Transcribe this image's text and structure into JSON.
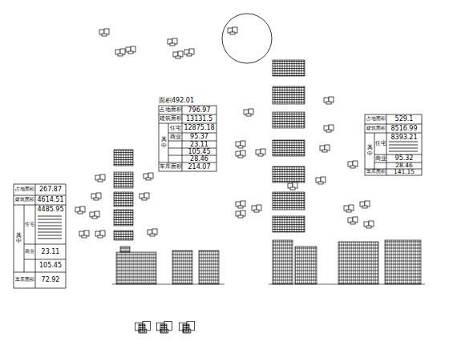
{
  "diagram": {
    "labels": [
      "面积492.01",
      "占地面积",
      "796.97",
      "建筑面积",
      "13131.5",
      "其中",
      "住宅",
      "12875.18",
      "商业",
      "95.37",
      "23.11",
      "105.45",
      "28.46",
      "车库面积",
      "214.07",
      "占地面积",
      "529.1",
      "建筑面积",
      "8516.99",
      "其中",
      "住宅",
      "8393.21",
      "商业",
      "95.32",
      "28.46",
      "车库面积",
      "141.15",
      "占地面积",
      "267.87",
      "建筑面积",
      "4614.51",
      "其中",
      "住宅",
      "4485.95",
      "商业",
      "23.11",
      "105.45",
      "车库面积",
      "72.92"
    ]
  }
}
